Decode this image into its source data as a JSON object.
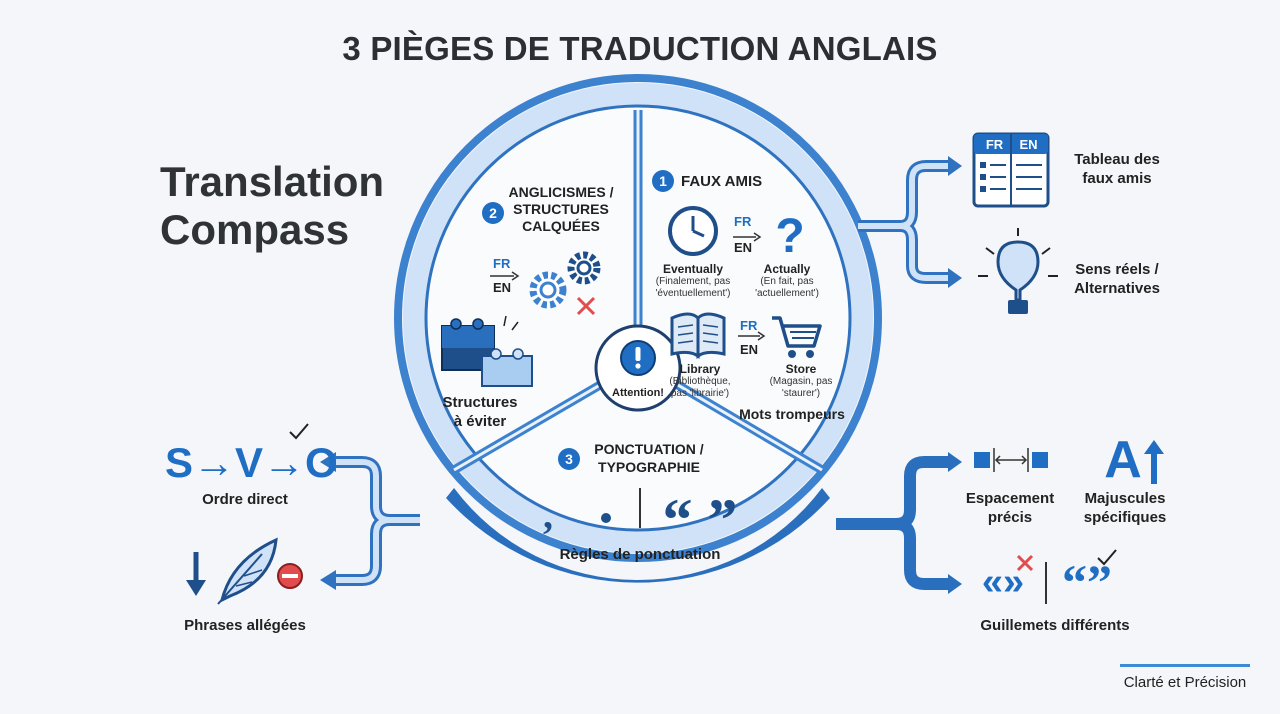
{
  "title": "3 PIÈGES DE TRADUCTION ANGLAIS",
  "compass_title": [
    "Translation",
    "Compass"
  ],
  "center_label": "Attention!",
  "center_icon": "exclamation-icon",
  "sections": {
    "faux_amis": {
      "number": "1",
      "heading": "FAUX AMIS",
      "fr": "FR",
      "en": "EN",
      "items": [
        {
          "word": "Eventually",
          "note": [
            "(Finalement, pas",
            "'éventuellement')"
          ]
        },
        {
          "word": "Actually",
          "note": [
            "(En fait, pas",
            "'actuellement')"
          ]
        },
        {
          "word": "Library",
          "note": [
            "(Bibliothèque,",
            "pas 'librairie')"
          ]
        },
        {
          "word": "Store",
          "note": [
            "(Magasin, pas",
            "'staurer')"
          ]
        }
      ],
      "footer": "Mots trompeurs"
    },
    "anglicismes": {
      "number": "2",
      "heading": [
        "ANGLICISMES /",
        "STRUCTURES",
        "CALQUÉES"
      ],
      "fr": "FR",
      "en": "EN",
      "footer": [
        "Structures",
        "à éviter"
      ]
    },
    "ponctuation": {
      "number": "3",
      "heading": [
        "PONCTUATION /",
        "TYPOGRAPHIE"
      ],
      "footer": "Règles de ponctuation"
    }
  },
  "left_items": {
    "svo": {
      "text": "S→V→O",
      "label": "Ordre direct"
    },
    "phrases": {
      "label": "Phrases allégées"
    }
  },
  "right_items": {
    "tableau": {
      "fr": "FR",
      "en": "EN",
      "label": [
        "Tableau des",
        "faux amis"
      ]
    },
    "sens": {
      "label": [
        "Sens réels /",
        "Alternatives"
      ]
    },
    "espacement": {
      "label": [
        "Espacement",
        "précis"
      ]
    },
    "majuscules": {
      "glyph": "A",
      "label": [
        "Majuscules",
        "spécifiques"
      ]
    },
    "guillemets": {
      "french": "«»",
      "english": "“”",
      "label": "Guillemets différents"
    }
  },
  "footer": "Clarté et Précision",
  "colors": {
    "accent": "#1f6ec4",
    "light": "#a9cdf0",
    "ring": "#cfe2f7",
    "cross": "#e24c4c"
  }
}
